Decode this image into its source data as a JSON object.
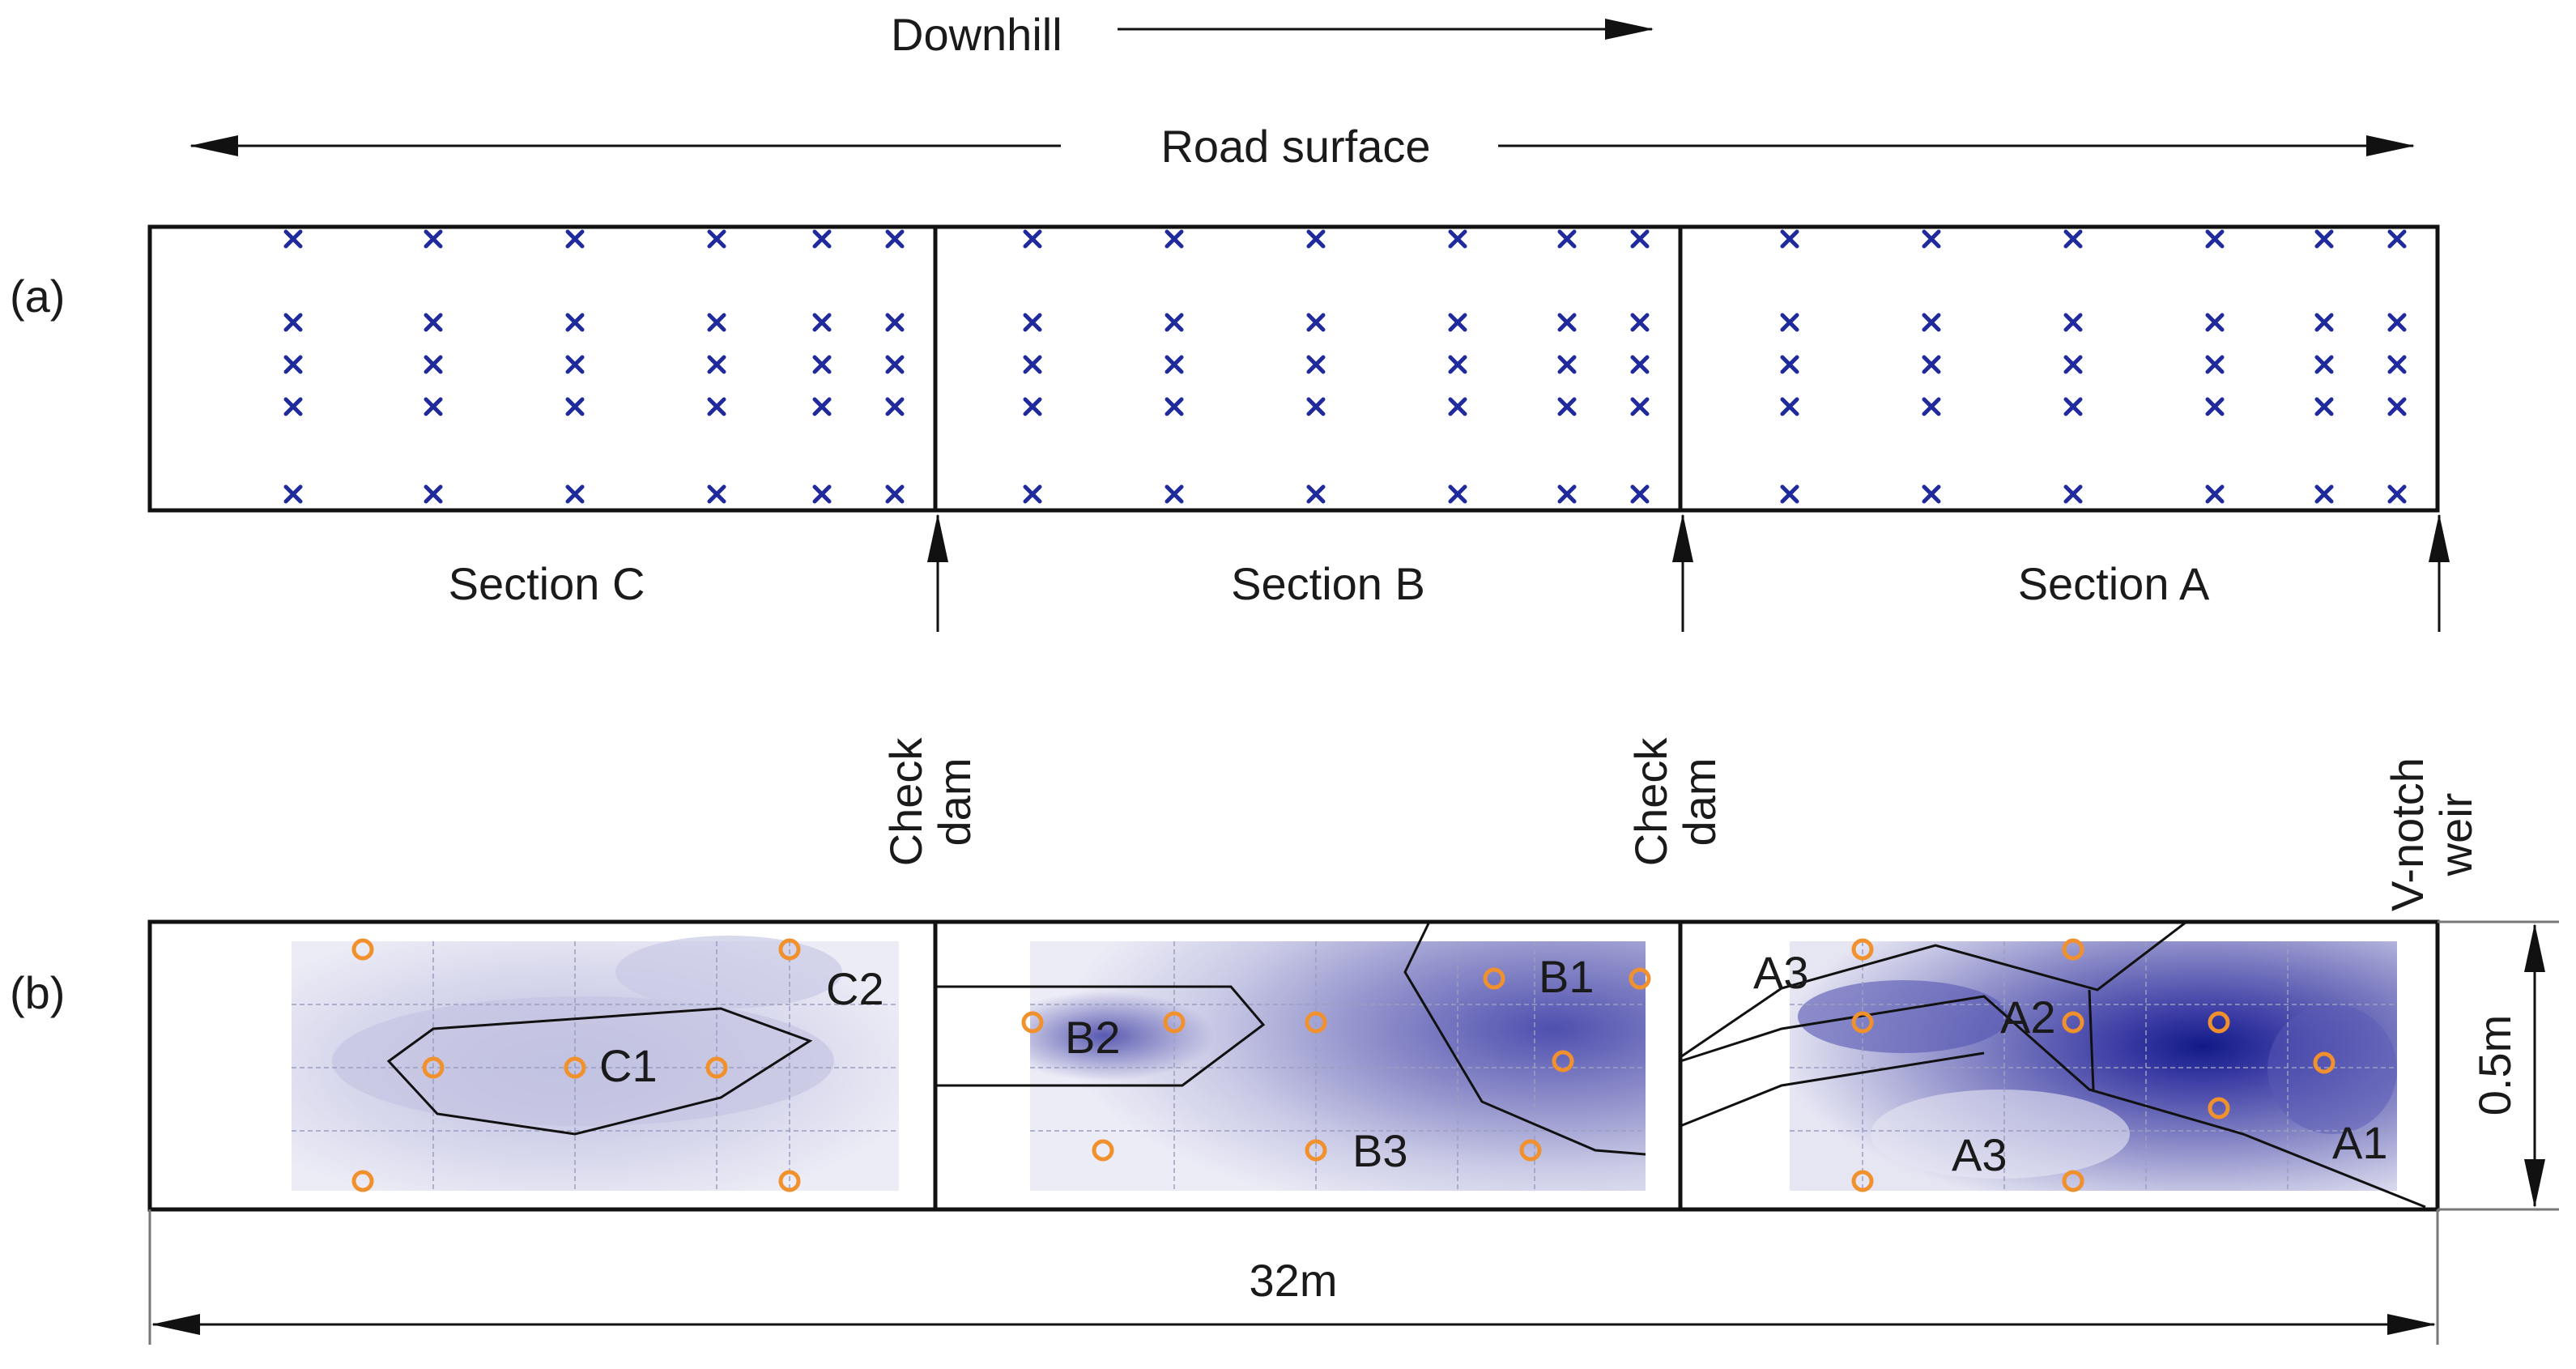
{
  "labels": {
    "downhill": "Downhill",
    "road_surface": "Road surface",
    "panel_a": "(a)",
    "panel_b": "(b)",
    "section_c": "Section C",
    "section_b": "Section B",
    "section_a": "Section A",
    "check_dam_1_line1": "Check",
    "check_dam_1_line2": "dam",
    "check_dam_2_line1": "Check",
    "check_dam_2_line2": "dam",
    "weir_line1": "V-notch",
    "weir_line2": "weir",
    "width": "0.5m",
    "length": "32m"
  },
  "zones": {
    "c1": "C1",
    "c2": "C2",
    "b1": "B1",
    "b2": "B2",
    "b3": "B3",
    "a1": "A1",
    "a2": "A2",
    "a3_top": "A3",
    "a3_bottom": "A3"
  },
  "colors": {
    "cross": "#1f2a9c",
    "probe": "#f0912d",
    "contour_light": "#dcdcef",
    "contour_dark": "#1a1a8c"
  }
}
